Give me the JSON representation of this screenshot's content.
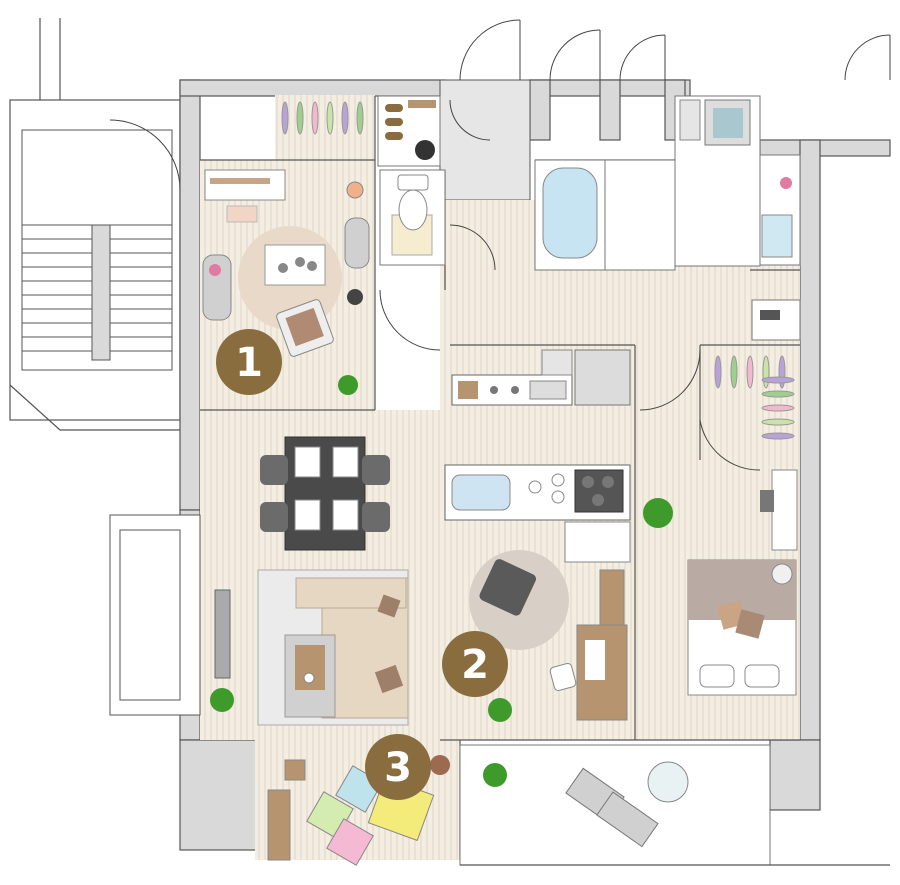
{
  "colors": {
    "floor": "#f3ede2",
    "floor_stripe": "#e9e1d3",
    "wall": "#d9d9d9",
    "wall_line": "#555555",
    "badge": "#8a6d3e",
    "rug": "#e8d9c8",
    "sofa": "#e6d7c2",
    "wood": "#b79470",
    "dark_table": "#4a4a4a",
    "chair": "#6b6b6b",
    "plant": "#3e9a2a",
    "cushion_yellow": "#f4ec7a",
    "cushion_pink": "#f6b9d4",
    "cushion_blue": "#bfe3ec",
    "cushion_green": "#d4ecb0"
  },
  "markers": [
    {
      "number": "1",
      "label": "room-1"
    },
    {
      "number": "2",
      "label": "room-2"
    },
    {
      "number": "3",
      "label": "room-3"
    }
  ],
  "icons": [
    "bathtub-icon",
    "toilet-icon",
    "washbasin-icon",
    "stove-icon",
    "sink-icon",
    "bed-icon",
    "sofa-icon",
    "dining-table-icon",
    "plant-icon",
    "armchair-icon",
    "desk-icon",
    "cushion-icon",
    "stair-icon",
    "door-swing-icon"
  ]
}
